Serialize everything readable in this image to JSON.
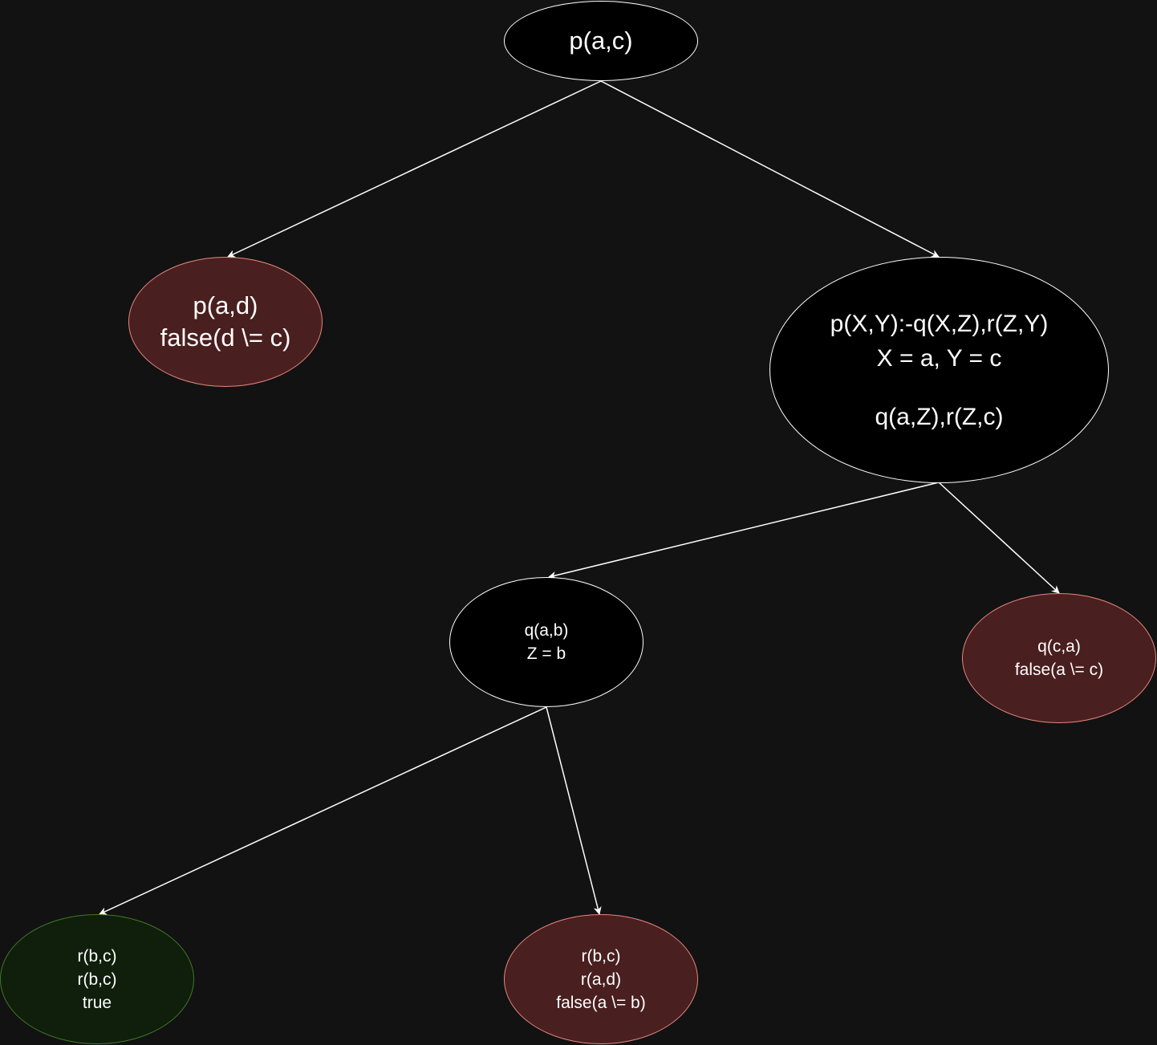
{
  "colors": {
    "background": "#121212",
    "edge": "#ffffff",
    "neutral_fill": "#000000",
    "neutral_stroke": "#ffffff",
    "fail_fill": "#4a1f1f",
    "fail_stroke": "#e8867f",
    "success_fill": "#0f1f0c",
    "success_stroke": "#3f7a24"
  },
  "nodes": {
    "root": {
      "lines": [
        "p(a,c)"
      ],
      "status": "neutral"
    },
    "pad": {
      "lines": [
        "p(a,d)",
        "false(d \\= c)"
      ],
      "status": "fail"
    },
    "rule": {
      "lines": [
        "p(X,Y):-q(X,Z),r(Z,Y)",
        "X = a, Y = c",
        "",
        "q(a,Z),r(Z,c)"
      ],
      "status": "neutral"
    },
    "qab": {
      "lines": [
        "q(a,b)",
        "Z = b"
      ],
      "status": "neutral"
    },
    "qca": {
      "lines": [
        "q(c,a)",
        "false(a \\= c)"
      ],
      "status": "fail"
    },
    "rbc_true": {
      "lines": [
        "r(b,c)",
        "r(b,c)",
        "true"
      ],
      "status": "success"
    },
    "rad_false": {
      "lines": [
        "r(b,c)",
        "r(a,d)",
        "false(a \\= b)"
      ],
      "status": "fail"
    }
  },
  "edges": [
    {
      "from": "root",
      "to": "pad"
    },
    {
      "from": "root",
      "to": "rule"
    },
    {
      "from": "rule",
      "to": "qab"
    },
    {
      "from": "rule",
      "to": "qca"
    },
    {
      "from": "qab",
      "to": "rbc_true"
    },
    {
      "from": "qab",
      "to": "rad_false"
    }
  ]
}
